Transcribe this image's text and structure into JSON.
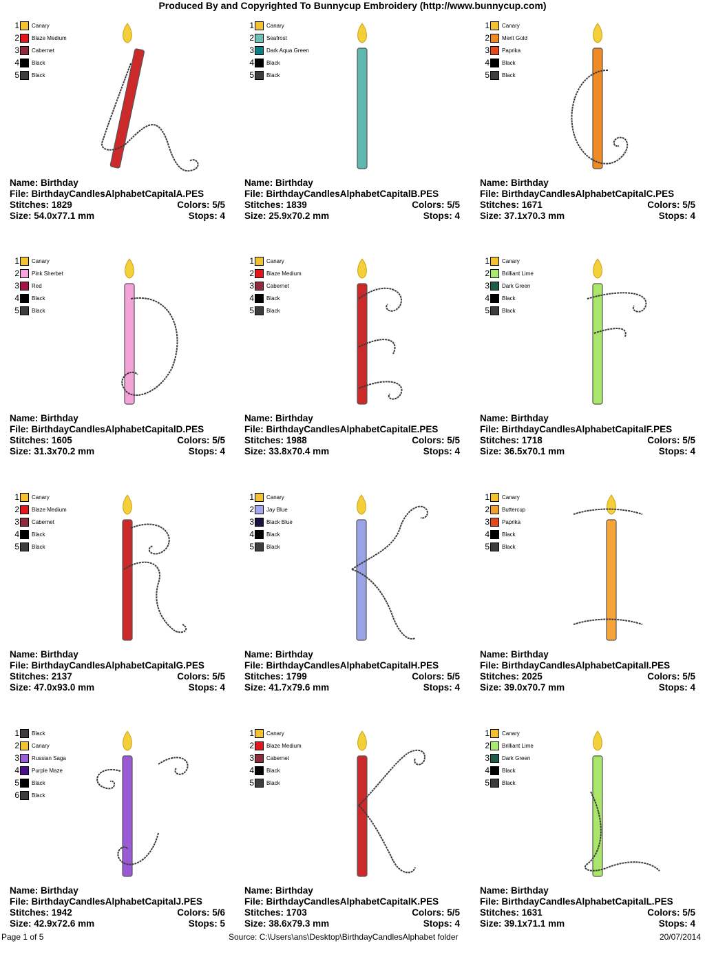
{
  "header": "Produced By and Copyrighted To Bunnycup Embroidery (http://www.bunnycup.com)",
  "labels": {
    "name": "Name:",
    "file": "File:",
    "stitches": "Stitches:",
    "size": "Size:",
    "colors": "Colors:",
    "stops": "Stops:"
  },
  "designs": [
    {
      "letter": "A",
      "name": "Birthday",
      "file": "BirthdayCandlesAlphabetCapitalA.PES",
      "stitches": "1829",
      "colors": "5/5",
      "size": "54.0x77.1 mm",
      "stops": "4",
      "candle_color": "#cc2a2a",
      "thread": "#3b3b3b",
      "legend": [
        {
          "num": "1",
          "name": "Canary",
          "color": "#f2c230"
        },
        {
          "num": "2",
          "name": "Blaze Medium",
          "color": "#e3161c"
        },
        {
          "num": "3",
          "name": "Cabernet",
          "color": "#8e2b3c"
        },
        {
          "num": "4",
          "name": "Black",
          "color": "#000000"
        },
        {
          "num": "5",
          "name": "Black",
          "color": "#3d3d3d"
        }
      ]
    },
    {
      "letter": "B",
      "name": "Birthday",
      "file": "BirthdayCandlesAlphabetCapitalB.PES",
      "stitches": "1839",
      "colors": "5/5",
      "size": "25.9x70.2 mm",
      "stops": "4",
      "candle_color": "#5fb8ad",
      "thread": "#3b3b3b",
      "legend": [
        {
          "num": "1",
          "name": "Canary",
          "color": "#f2c230"
        },
        {
          "num": "2",
          "name": "Seafrost",
          "color": "#6cc0b5"
        },
        {
          "num": "3",
          "name": "Dark Aqua Green",
          "color": "#0f7e85"
        },
        {
          "num": "4",
          "name": "Black",
          "color": "#000000"
        },
        {
          "num": "5",
          "name": "Black",
          "color": "#3d3d3d"
        }
      ]
    },
    {
      "letter": "C",
      "name": "Birthday",
      "file": "BirthdayCandlesAlphabetCapitalC.PES",
      "stitches": "1671",
      "colors": "5/5",
      "size": "37.1x70.3 mm",
      "stops": "4",
      "candle_color": "#f08a25",
      "thread": "#3b3b3b",
      "legend": [
        {
          "num": "1",
          "name": "Canary",
          "color": "#f2c230"
        },
        {
          "num": "2",
          "name": "Merit Gold",
          "color": "#f08a1c"
        },
        {
          "num": "3",
          "name": "Paprika",
          "color": "#e2491f"
        },
        {
          "num": "4",
          "name": "Black",
          "color": "#000000"
        },
        {
          "num": "5",
          "name": "Black",
          "color": "#3d3d3d"
        }
      ]
    },
    {
      "letter": "D",
      "name": "Birthday",
      "file": "BirthdayCandlesAlphabetCapitalD.PES",
      "stitches": "1605",
      "colors": "5/5",
      "size": "31.3x70.2 mm",
      "stops": "4",
      "candle_color": "#f3a3d8",
      "thread": "#3b3b3b",
      "legend": [
        {
          "num": "1",
          "name": "Canary",
          "color": "#f2c230"
        },
        {
          "num": "2",
          "name": "Pink Sherbet",
          "color": "#f6a6dc"
        },
        {
          "num": "3",
          "name": "Red",
          "color": "#a8124a"
        },
        {
          "num": "4",
          "name": "Black",
          "color": "#000000"
        },
        {
          "num": "5",
          "name": "Black",
          "color": "#3d3d3d"
        }
      ]
    },
    {
      "letter": "E",
      "name": "Birthday",
      "file": "BirthdayCandlesAlphabetCapitalE.PES",
      "stitches": "1988",
      "colors": "5/5",
      "size": "33.8x70.4 mm",
      "stops": "4",
      "candle_color": "#cc2a2a",
      "thread": "#3b3b3b",
      "legend": [
        {
          "num": "1",
          "name": "Canary",
          "color": "#f2c230"
        },
        {
          "num": "2",
          "name": "Blaze Medium",
          "color": "#e3161c"
        },
        {
          "num": "3",
          "name": "Cabernet",
          "color": "#8e2b3c"
        },
        {
          "num": "4",
          "name": "Black",
          "color": "#000000"
        },
        {
          "num": "5",
          "name": "Black",
          "color": "#3d3d3d"
        }
      ]
    },
    {
      "letter": "F",
      "name": "Birthday",
      "file": "BirthdayCandlesAlphabetCapitalF.PES",
      "stitches": "1718",
      "colors": "5/5",
      "size": "36.5x70.1 mm",
      "stops": "4",
      "candle_color": "#a9e66a",
      "thread": "#3b3b3b",
      "legend": [
        {
          "num": "1",
          "name": "Canary",
          "color": "#f2c230"
        },
        {
          "num": "2",
          "name": "Brilliant Lime",
          "color": "#a8ea6e"
        },
        {
          "num": "3",
          "name": "Dark Green",
          "color": "#1d5c4a"
        },
        {
          "num": "4",
          "name": "Black",
          "color": "#000000"
        },
        {
          "num": "5",
          "name": "Black",
          "color": "#3d3d3d"
        }
      ]
    },
    {
      "letter": "G",
      "name": "Birthday",
      "file": "BirthdayCandlesAlphabetCapitalG.PES",
      "stitches": "2137",
      "colors": "5/5",
      "size": "47.0x93.0 mm",
      "stops": "4",
      "candle_color": "#cc2a2a",
      "thread": "#3b3b3b",
      "legend": [
        {
          "num": "1",
          "name": "Canary",
          "color": "#f2c230"
        },
        {
          "num": "2",
          "name": "Blaze Medium",
          "color": "#e3161c"
        },
        {
          "num": "3",
          "name": "Cabernet",
          "color": "#8e2b3c"
        },
        {
          "num": "4",
          "name": "Black",
          "color": "#000000"
        },
        {
          "num": "5",
          "name": "Black",
          "color": "#3d3d3d"
        }
      ]
    },
    {
      "letter": "H",
      "name": "Birthday",
      "file": "BirthdayCandlesAlphabetCapitalH.PES",
      "stitches": "1799",
      "colors": "5/5",
      "size": "41.7x79.6 mm",
      "stops": "4",
      "candle_color": "#9aa3e6",
      "thread": "#3b3b3b",
      "legend": [
        {
          "num": "1",
          "name": "Canary",
          "color": "#f2c230"
        },
        {
          "num": "2",
          "name": "Jay Blue",
          "color": "#a3a8f0"
        },
        {
          "num": "3",
          "name": "Black Blue",
          "color": "#1a1240"
        },
        {
          "num": "4",
          "name": "Black",
          "color": "#000000"
        },
        {
          "num": "5",
          "name": "Black",
          "color": "#3d3d3d"
        }
      ]
    },
    {
      "letter": "I",
      "name": "Birthday",
      "file": "BirthdayCandlesAlphabetCapitalI.PES",
      "stitches": "2025",
      "colors": "5/5",
      "size": "39.0x70.7 mm",
      "stops": "4",
      "candle_color": "#f5a53a",
      "thread": "#3b3b3b",
      "legend": [
        {
          "num": "1",
          "name": "Canary",
          "color": "#f2c230"
        },
        {
          "num": "2",
          "name": "Buttercup",
          "color": "#f2a02c"
        },
        {
          "num": "3",
          "name": "Paprika",
          "color": "#e2491f"
        },
        {
          "num": "4",
          "name": "Black",
          "color": "#000000"
        },
        {
          "num": "5",
          "name": "Black",
          "color": "#3d3d3d"
        }
      ]
    },
    {
      "letter": "J",
      "name": "Birthday",
      "file": "BirthdayCandlesAlphabetCapitalJ.PES",
      "stitches": "1942",
      "colors": "5/6",
      "size": "42.9x72.6 mm",
      "stops": "5",
      "candle_color": "#9a5ad6",
      "thread": "#3b3b3b",
      "legend": [
        {
          "num": "1",
          "name": "Black",
          "color": "#3d3d3d"
        },
        {
          "num": "2",
          "name": "Canary",
          "color": "#f2c230"
        },
        {
          "num": "3",
          "name": "Russian Saga",
          "color": "#9b5ed6"
        },
        {
          "num": "4",
          "name": "Purple Maze",
          "color": "#4a0f8a"
        },
        {
          "num": "5",
          "name": "Black",
          "color": "#000000"
        },
        {
          "num": "6",
          "name": "Black",
          "color": "#3d3d3d"
        }
      ]
    },
    {
      "letter": "K",
      "name": "Birthday",
      "file": "BirthdayCandlesAlphabetCapitalK.PES",
      "stitches": "1703",
      "colors": "5/5",
      "size": "38.6x79.3 mm",
      "stops": "4",
      "candle_color": "#cc2a2a",
      "thread": "#3b3b3b",
      "legend": [
        {
          "num": "1",
          "name": "Canary",
          "color": "#f2c230"
        },
        {
          "num": "2",
          "name": "Blaze Medium",
          "color": "#e3161c"
        },
        {
          "num": "3",
          "name": "Cabernet",
          "color": "#8e2b3c"
        },
        {
          "num": "4",
          "name": "Black",
          "color": "#000000"
        },
        {
          "num": "5",
          "name": "Black",
          "color": "#3d3d3d"
        }
      ]
    },
    {
      "letter": "L",
      "name": "Birthday",
      "file": "BirthdayCandlesAlphabetCapitalL.PES",
      "stitches": "1631",
      "colors": "5/5",
      "size": "39.1x71.1 mm",
      "stops": "4",
      "candle_color": "#a9e66a",
      "thread": "#3b3b3b",
      "legend": [
        {
          "num": "1",
          "name": "Canary",
          "color": "#f2c230"
        },
        {
          "num": "2",
          "name": "Brilliant Lime",
          "color": "#a8ea6e"
        },
        {
          "num": "3",
          "name": "Dark Green",
          "color": "#1d5c4a"
        },
        {
          "num": "4",
          "name": "Black",
          "color": "#000000"
        },
        {
          "num": "5",
          "name": "Black",
          "color": "#3d3d3d"
        }
      ]
    }
  ],
  "footer": {
    "page": "Page 1 of 5",
    "source": "Source: C:\\Users\\ans\\Desktop\\BirthdayCandlesAlphabet folder",
    "date": "20/07/2014"
  }
}
